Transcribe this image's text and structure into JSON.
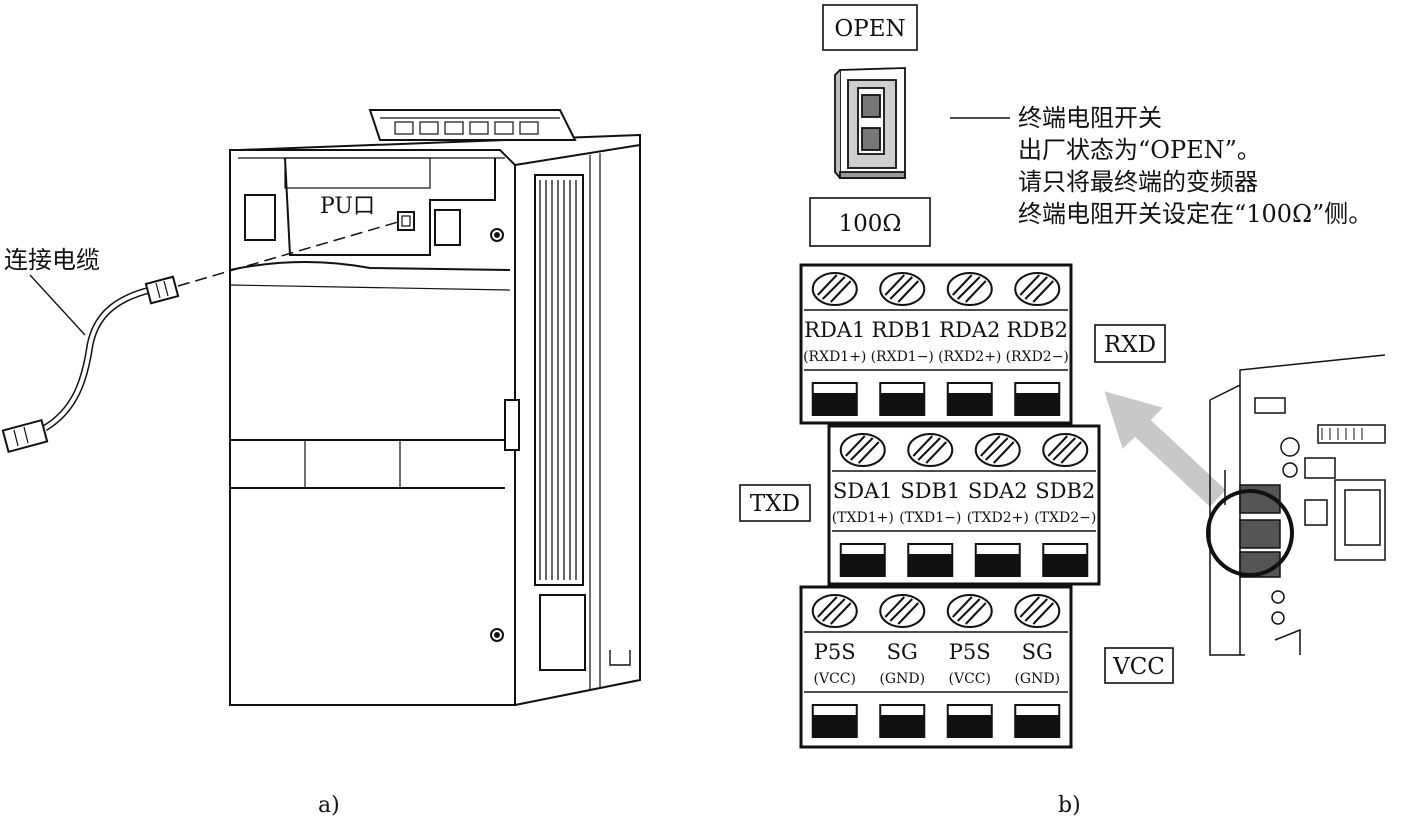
{
  "panel_a": {
    "cable_label": "连接电缆",
    "port_label": "PU口",
    "caption": "a)"
  },
  "panel_b": {
    "switch_open_label": "OPEN",
    "switch_100_label": "100Ω",
    "note": [
      "终端电阻开关",
      "出厂状态为“OPEN”。",
      "请只将最终端的变频器",
      "终端电阻开关设定在“100Ω”侧。"
    ],
    "rxd_label": "RXD",
    "txd_label": "TXD",
    "vcc_label": "VCC",
    "rows": [
      {
        "names": [
          "RDA1",
          "RDB1",
          "RDA2",
          "RDB2"
        ],
        "subs": [
          "(RXD1+)",
          "(RXD1−)",
          "(RXD2+)",
          "(RXD2−)"
        ]
      },
      {
        "names": [
          "SDA1",
          "SDB1",
          "SDA2",
          "SDB2"
        ],
        "subs": [
          "(TXD1+)",
          "(TXD1−)",
          "(TXD2+)",
          "(TXD2−)"
        ]
      },
      {
        "names": [
          "P5S",
          "SG",
          "P5S",
          "SG"
        ],
        "subs": [
          "(VCC)",
          "(GND)",
          "(VCC)",
          "(GND)"
        ]
      }
    ],
    "caption": "b)"
  }
}
